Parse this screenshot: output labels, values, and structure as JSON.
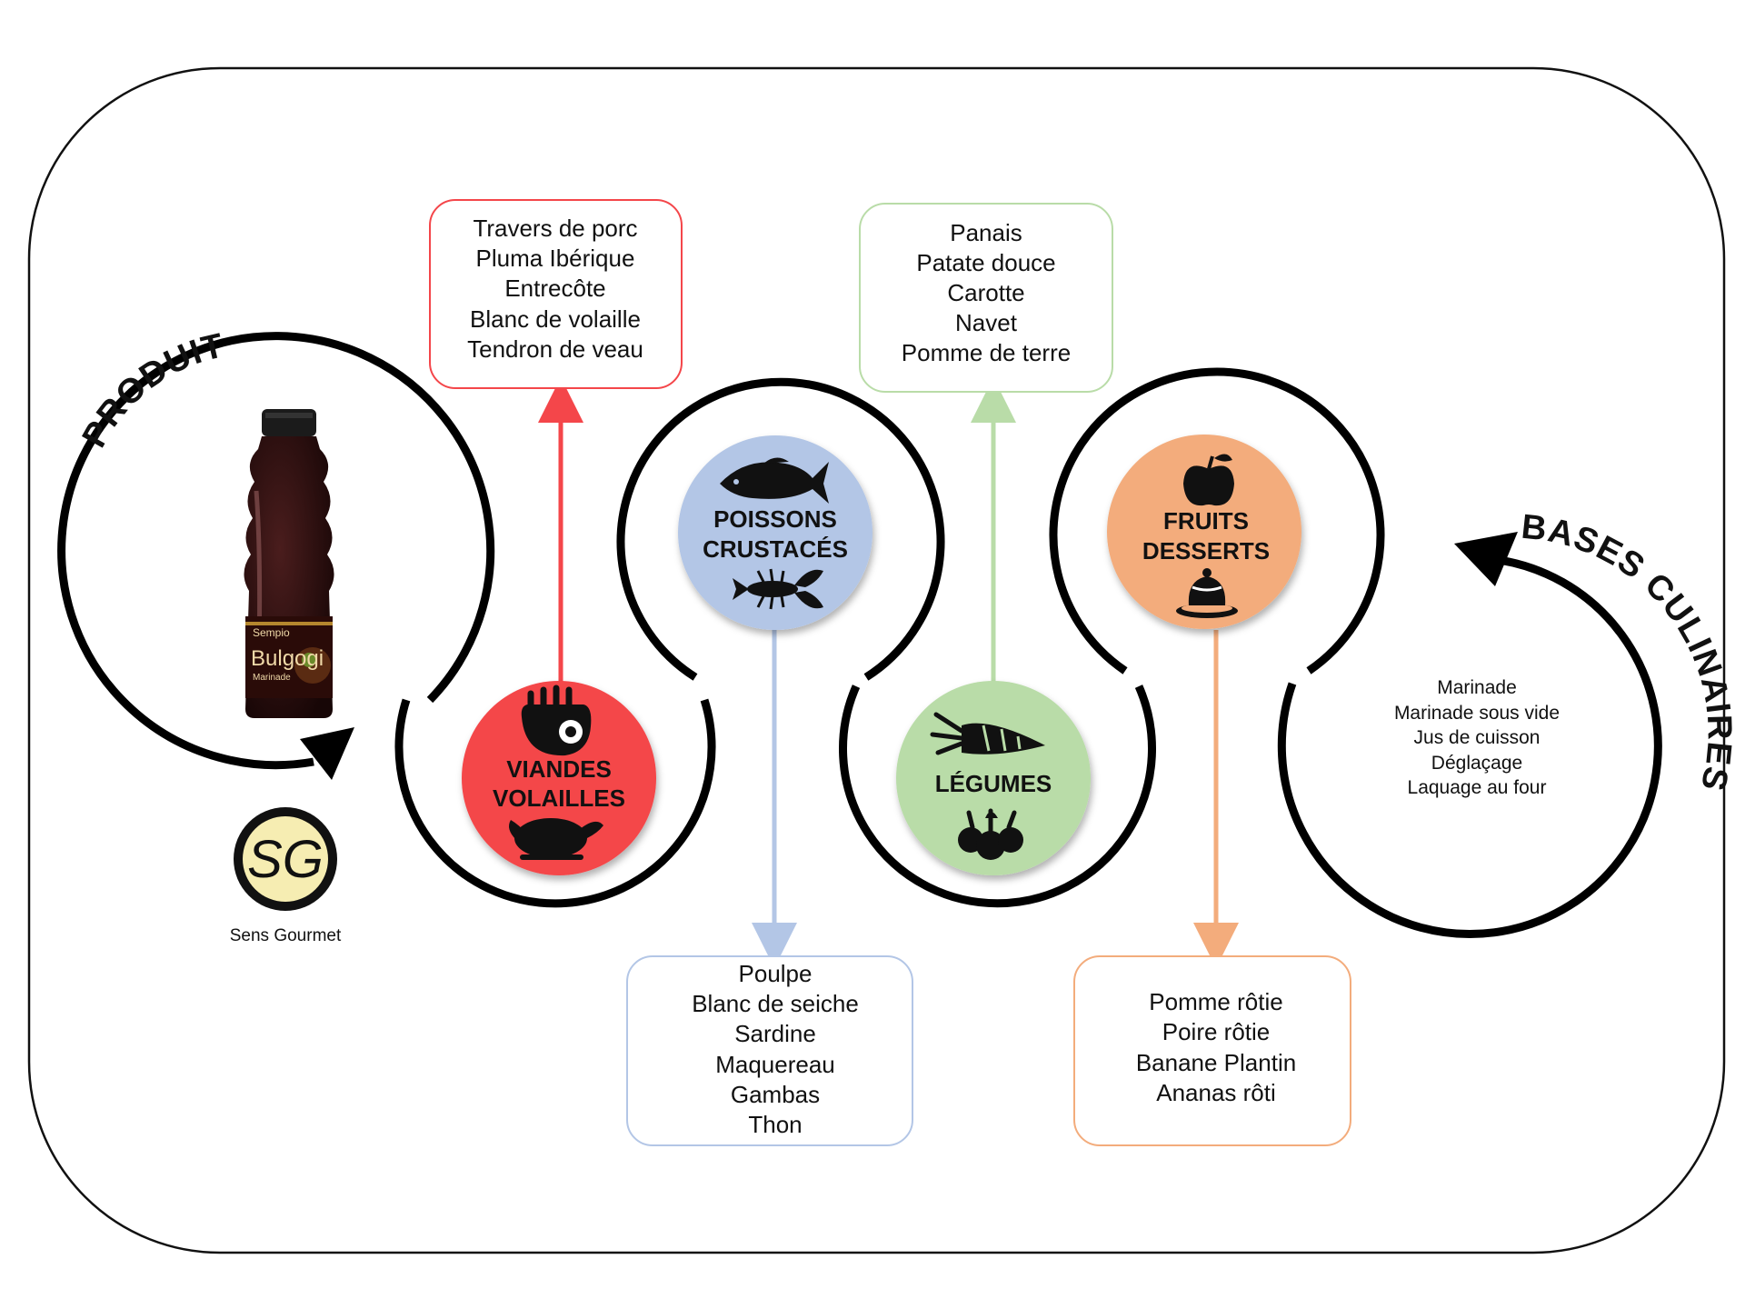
{
  "labels": {
    "produit": "PRODUIT",
    "bases": "BASES CULINAIRES"
  },
  "product": {
    "brand": "Sempio",
    "name": "Bulgogi",
    "subtitle": "Marinade"
  },
  "logo": {
    "monogram": "SG",
    "name": "Sens Gourmet"
  },
  "categories": {
    "viandes": {
      "line1": "VIANDES",
      "line2": "VOLAILLES",
      "color": "#f4464a",
      "items": [
        "Travers de porc",
        "Pluma Ibérique",
        "Entrecôte",
        "Blanc de volaille",
        "Tendron de veau"
      ]
    },
    "poissons": {
      "line1": "POISSONS",
      "line2": "CRUSTACÉS",
      "color": "#b3c6e6",
      "items": [
        "Poulpe",
        "Blanc de seiche",
        "Sardine",
        "Maquereau",
        "Gambas",
        "Thon"
      ]
    },
    "legumes": {
      "line1": "LÉGUMES",
      "color": "#b9dca8",
      "items": [
        "Panais",
        "Patate douce",
        "Carotte",
        "Navet",
        "Pomme de terre"
      ]
    },
    "fruits": {
      "line1": "FRUITS",
      "line2": "DESSERTS",
      "color": "#f3ac7c",
      "items": [
        "Pomme rôtie",
        "Poire rôtie",
        "Banane Plantin",
        "Ananas rôti"
      ]
    }
  },
  "bases_items": [
    "Marinade",
    "Marinade sous vide",
    "Jus de cuisson",
    "Déglaçage",
    "Laquage au four"
  ],
  "colors": {
    "viandes_box": "#f4464a",
    "poissons_box": "#b3c6e6",
    "legumes_box": "#b9dca8",
    "fruits_box": "#f3ac7c"
  },
  "icons": [
    "pork-rack-icon",
    "roast-chicken-icon",
    "fish-icon",
    "lobster-icon",
    "carrot-icon",
    "radish-icon",
    "apple-icon",
    "dessert-icon",
    "sauce-bottle-image",
    "sg-logo"
  ]
}
